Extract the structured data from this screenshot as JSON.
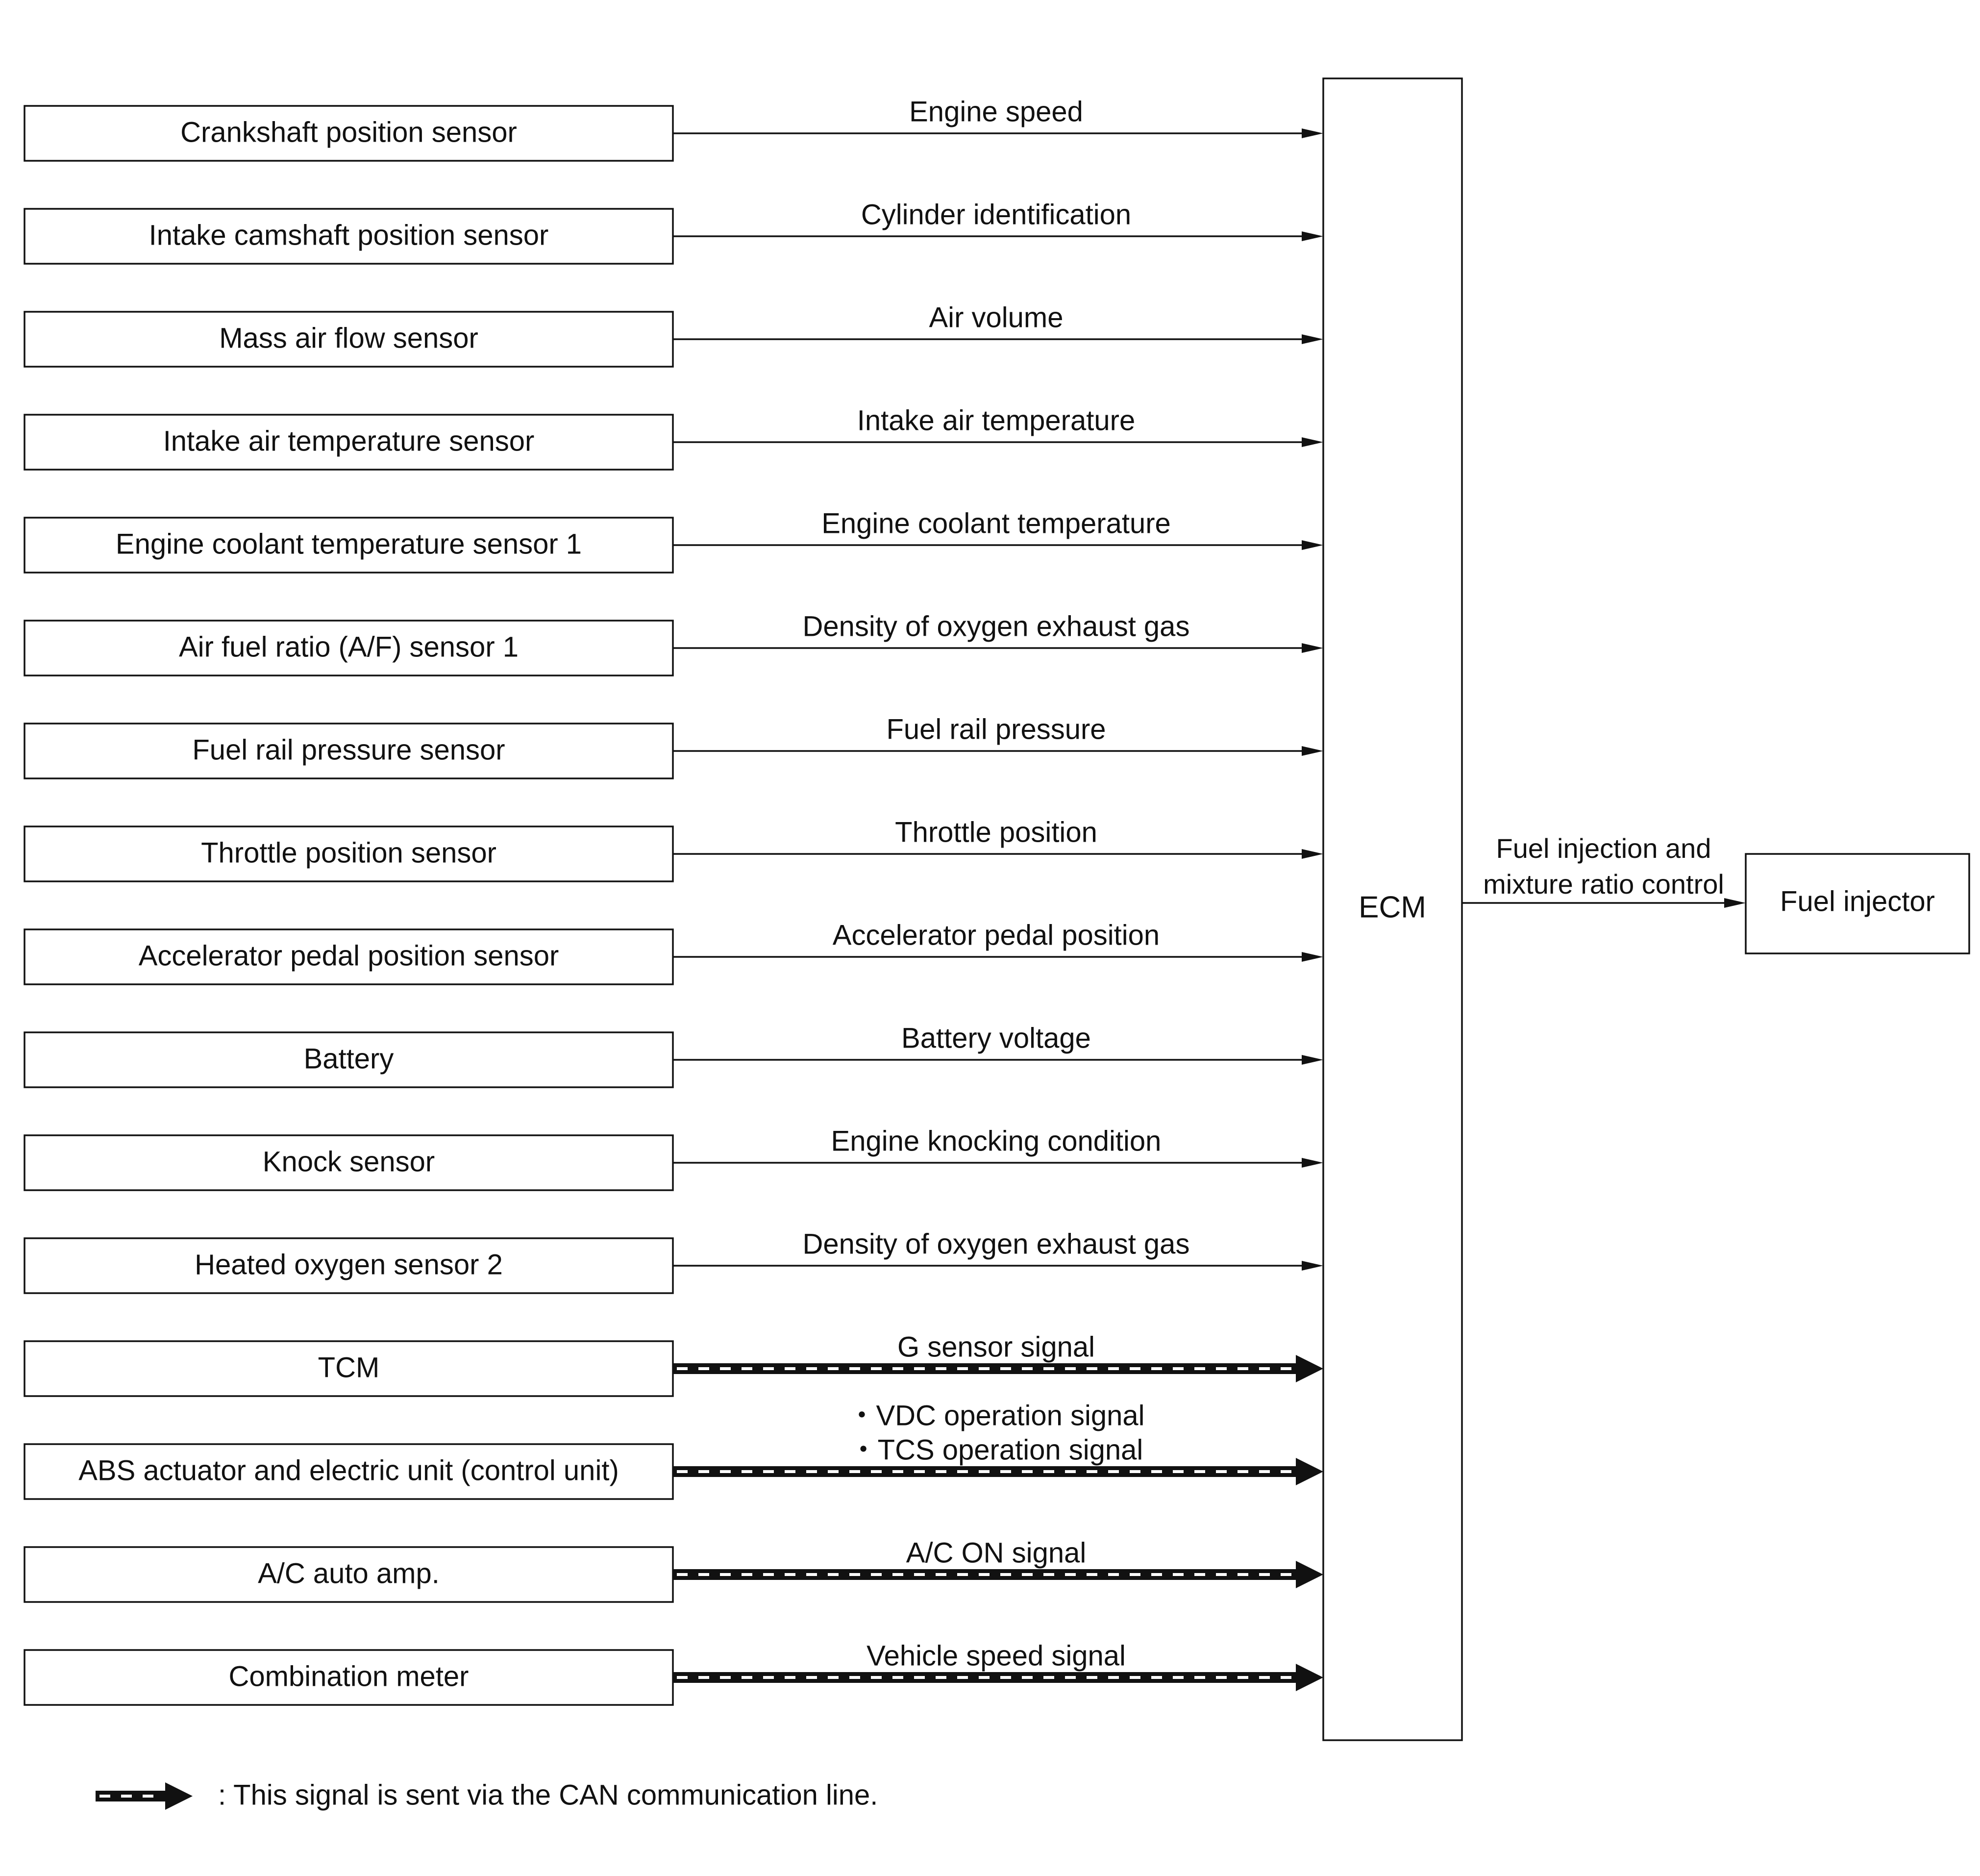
{
  "ecm_label": "ECM",
  "output": {
    "signal_lines": [
      "Fuel injection and",
      "mixture ratio control"
    ],
    "actuator": "Fuel injector"
  },
  "inputs": [
    {
      "sensor": "Crankshaft position sensor",
      "signal": [
        "Engine speed"
      ],
      "line": "wire"
    },
    {
      "sensor": "Intake camshaft position sensor",
      "signal": [
        "Cylinder identification"
      ],
      "line": "wire"
    },
    {
      "sensor": "Mass air flow sensor",
      "signal": [
        "Air volume"
      ],
      "line": "wire"
    },
    {
      "sensor": "Intake air temperature sensor",
      "signal": [
        "Intake air temperature"
      ],
      "line": "wire"
    },
    {
      "sensor": "Engine coolant temperature sensor 1",
      "signal": [
        "Engine coolant temperature"
      ],
      "line": "wire"
    },
    {
      "sensor": "Air fuel ratio (A/F) sensor 1",
      "signal": [
        "Density of oxygen exhaust gas"
      ],
      "line": "wire"
    },
    {
      "sensor": "Fuel rail pressure sensor",
      "signal": [
        "Fuel rail pressure"
      ],
      "line": "wire"
    },
    {
      "sensor": "Throttle position sensor",
      "signal": [
        "Throttle position"
      ],
      "line": "wire"
    },
    {
      "sensor": "Accelerator pedal position sensor",
      "signal": [
        "Accelerator pedal position"
      ],
      "line": "wire"
    },
    {
      "sensor": "Battery",
      "signal": [
        "Battery voltage"
      ],
      "line": "wire"
    },
    {
      "sensor": "Knock sensor",
      "signal": [
        "Engine knocking condition"
      ],
      "line": "wire"
    },
    {
      "sensor": "Heated oxygen sensor 2",
      "signal": [
        "Density of oxygen exhaust gas"
      ],
      "line": "wire"
    },
    {
      "sensor": "TCM",
      "signal": [
        "G sensor signal"
      ],
      "line": "can"
    },
    {
      "sensor": "ABS actuator and electric unit (control unit)",
      "signal": [
        "・VDC operation signal",
        "・TCS operation signal"
      ],
      "line": "can"
    },
    {
      "sensor": "A/C auto amp.",
      "signal": [
        "A/C ON signal"
      ],
      "line": "can"
    },
    {
      "sensor": "Combination meter",
      "signal": [
        "Vehicle speed signal"
      ],
      "line": "can"
    }
  ],
  "legend": ": This signal is sent via the CAN communication line."
}
